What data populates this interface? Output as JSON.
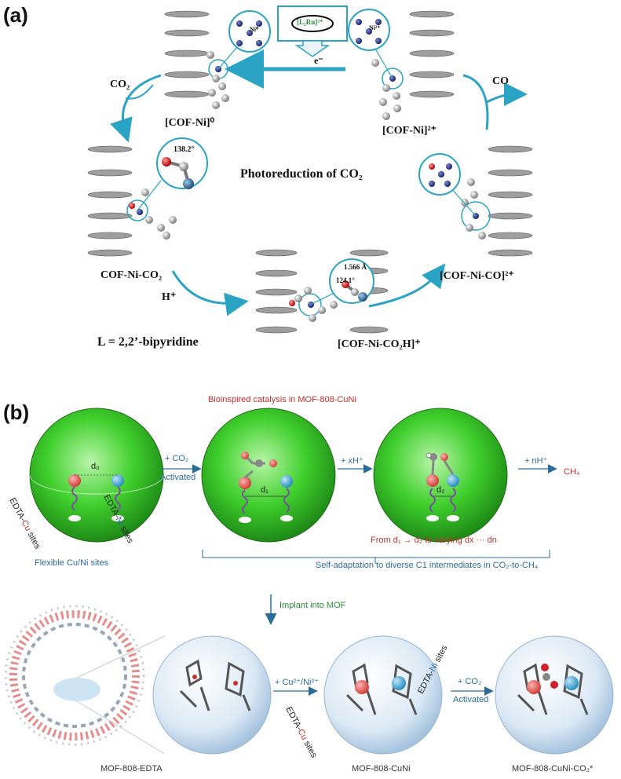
{
  "panel_a": {
    "label": "(a)",
    "catalyst_text": "[L₂Ru]²⁺",
    "electron_text": "e⁻",
    "ni0_text": "Ni⁰",
    "ni2_text": "Ni²⁺",
    "co2_in": "CO₂",
    "co_out": "CO",
    "h_plus": "H⁺",
    "cof_ni0": "[COF-Ni]⁰",
    "cof_ni2": "[COF-Ni]²⁺",
    "angle_1": "138.2°",
    "title": "Photoreduction of CO₂",
    "cof_ni_co2": "COF-Ni-CO₂",
    "cof_ni_co": "[COF-Ni-CO]²⁺",
    "bond_length": "1.566 Å",
    "angle_2": "124.1°",
    "cof_ni_co2h": "[COF-Ni-CO₂H]⁺",
    "ligand_def": "L = 2,2’-bipyridine"
  },
  "panel_b": {
    "label": "(b)",
    "title": "Bioinspired catalysis in MOF-808-CuNi",
    "d0": "d₀",
    "d1": "d₁",
    "d2": "d₂",
    "edta_cu_prefix": "EDTA-",
    "edta_cu_metal": "Cu",
    "edta_ni_metal": "Ni",
    "sites_suffix": " sites",
    "step1_top": "+ CO₂",
    "step1_bottom": "Activated",
    "step2": "+ xH⁺",
    "step3": "+ nH⁺",
    "product": "CH₄",
    "range_text": "From d₁ → d₂ to varying dx ··· dn",
    "flexible_caption": "Flexible Cu/Ni sites",
    "adapt_caption": "Self-adaptation to diverse C1 intermediates in CO₂-to-CH₄",
    "implant_text": "Implant into MOF",
    "step4": "+ Cu²⁺/Ni²⁺",
    "step5_top": "+ CO₂",
    "step5_bottom": "Activated",
    "mof_edta": "MOF-808-EDTA",
    "mof_cuni": "MOF-808-CuNi",
    "mof_cuni_co2": "MOF-808-CuNi-CO₂*"
  },
  "colors": {
    "arrow_teal": "#2aa3c4",
    "sphere_green": "#3fcf2c",
    "caption_blue": "#2a6d9c",
    "title_red": "#c9302c",
    "implant_green": "#2e8b3a"
  }
}
